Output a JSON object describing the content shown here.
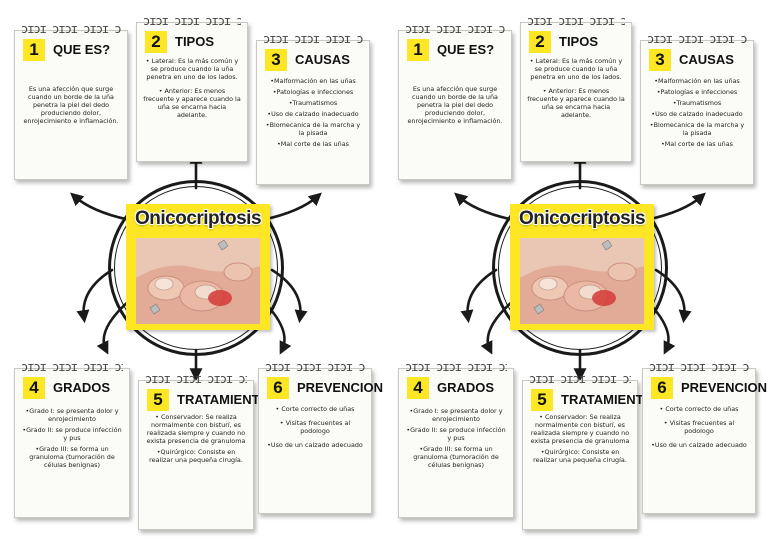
{
  "center": {
    "title": "Onicocriptosis"
  },
  "cards": [
    {
      "num": "1",
      "title": "QUE ES?",
      "paragraphs": [
        "Es una afección que surge cuando un borde de la uña penetra la piel del dedo produciendo dolor, enrojecimiento e inflamación."
      ]
    },
    {
      "num": "2",
      "title": "TIPOS",
      "paragraphs": [
        "• Lateral: Es la más común y se produce cuando la uña penetra en uno de los lados.",
        "• Anterior: Es menos frecuente y aparece cuando la uña se encarna hacia adelante."
      ]
    },
    {
      "num": "3",
      "title": "CAUSAS",
      "paragraphs": [
        "•Malformación en las uñas",
        "•Patologías e infecciones",
        "•Traumatismos",
        "•Uso de calzado inadecuado",
        "•Biomecanica de la marcha y la pisada",
        "•Mal corte de las uñas"
      ]
    },
    {
      "num": "4",
      "title": "GRADOS",
      "paragraphs": [
        "•Grado I: se presenta dolor y enrojecimiento",
        "•Grado II: se produce infección y pus",
        "•Grado III: se forma un granuloma (tumoración de células benignas)"
      ]
    },
    {
      "num": "5",
      "title": "TRATAMIENTO",
      "paragraphs": [
        "• Conservador: Se realiza normalmente con bisturí, es realizada siempre y cuando no exista presencia de granuloma",
        "•Quirúrgico: Consiste en realizar una pequeña cirugía."
      ]
    },
    {
      "num": "6",
      "title": "PREVENCION",
      "paragraphs": [
        "• Corte correcto de uñas",
        "• Visitas frecuentes al podologo",
        "•Uso de un calzado adecuado"
      ]
    }
  ]
}
